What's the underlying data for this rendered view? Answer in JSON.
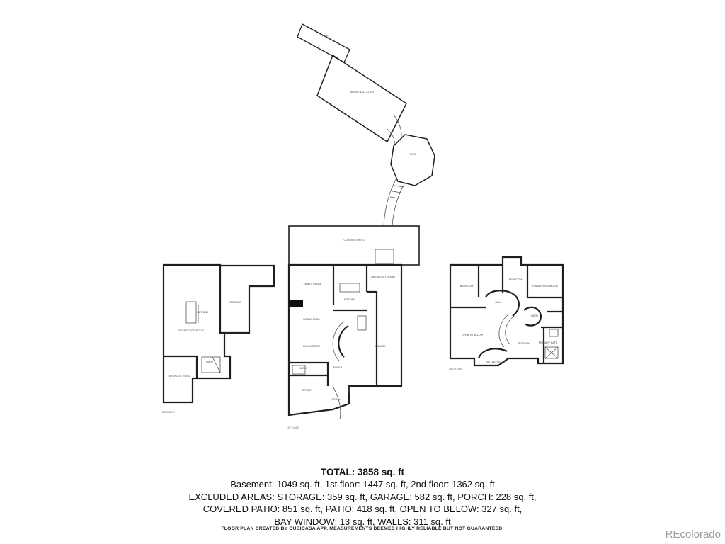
{
  "summary": {
    "total": "TOTAL: 3858 sq. ft",
    "lines": [
      "Basement: 1049 sq. ft, 1st floor: 1447 sq. ft, 2nd floor: 1362 sq. ft",
      "EXCLUDED AREAS: STORAGE: 359 sq. ft, GARAGE: 582 sq. ft, PORCH: 228 sq. ft,",
      "COVERED PATIO: 851 sq. ft, PATIO: 418 sq. ft, OPEN TO BELOW: 327 sq. ft,",
      "BAY WINDOW: 13 sq. ft, WALLS: 311 sq. ft"
    ],
    "disclaimer": "FLOOR PLAN CREATED BY CUBICASA APP. MEASUREMENTS DEEMED HIGHLY RELIABLE BUT NOT GUARANTEED."
  },
  "watermark": "REcolorado",
  "floors": {
    "basement": "BASEMENT",
    "first": "1ST FLOOR",
    "second": "2ND FLOOR"
  },
  "rooms": {
    "patio_top": "PATIO",
    "basketball": "BASKETBALL COURT",
    "patio_round": "PATIO",
    "covered_patio": "COVERED PATIO",
    "family_room": "FAMILY ROOM",
    "kitchen": "KITCHEN",
    "breakfast": "BREAKFAST ROOM",
    "dining": "DINING AREA",
    "living": "LIVING ROOM",
    "garage": "GARAGE",
    "office": "OFFICE",
    "bath1": "BATH",
    "foyer": "FOYER",
    "porch": "PORCH",
    "storage": "STORAGE",
    "wet_bar": "WET BAR",
    "recreation": "RECREATION ROOM",
    "bath_b": "BATH",
    "exercise": "EXERCISE ROOM",
    "bedroom1": "BEDROOM",
    "bedroom2": "BEDROOM",
    "primary_bedroom": "PRIMARY BEDROOM",
    "hall": "HALL",
    "open_to_below": "OPEN TO BELOW",
    "bedroom3": "BEDROOM",
    "sitting": "SITTING ROOM",
    "primary_bath": "PRIMARY BATH",
    "bath2": "BATH"
  }
}
